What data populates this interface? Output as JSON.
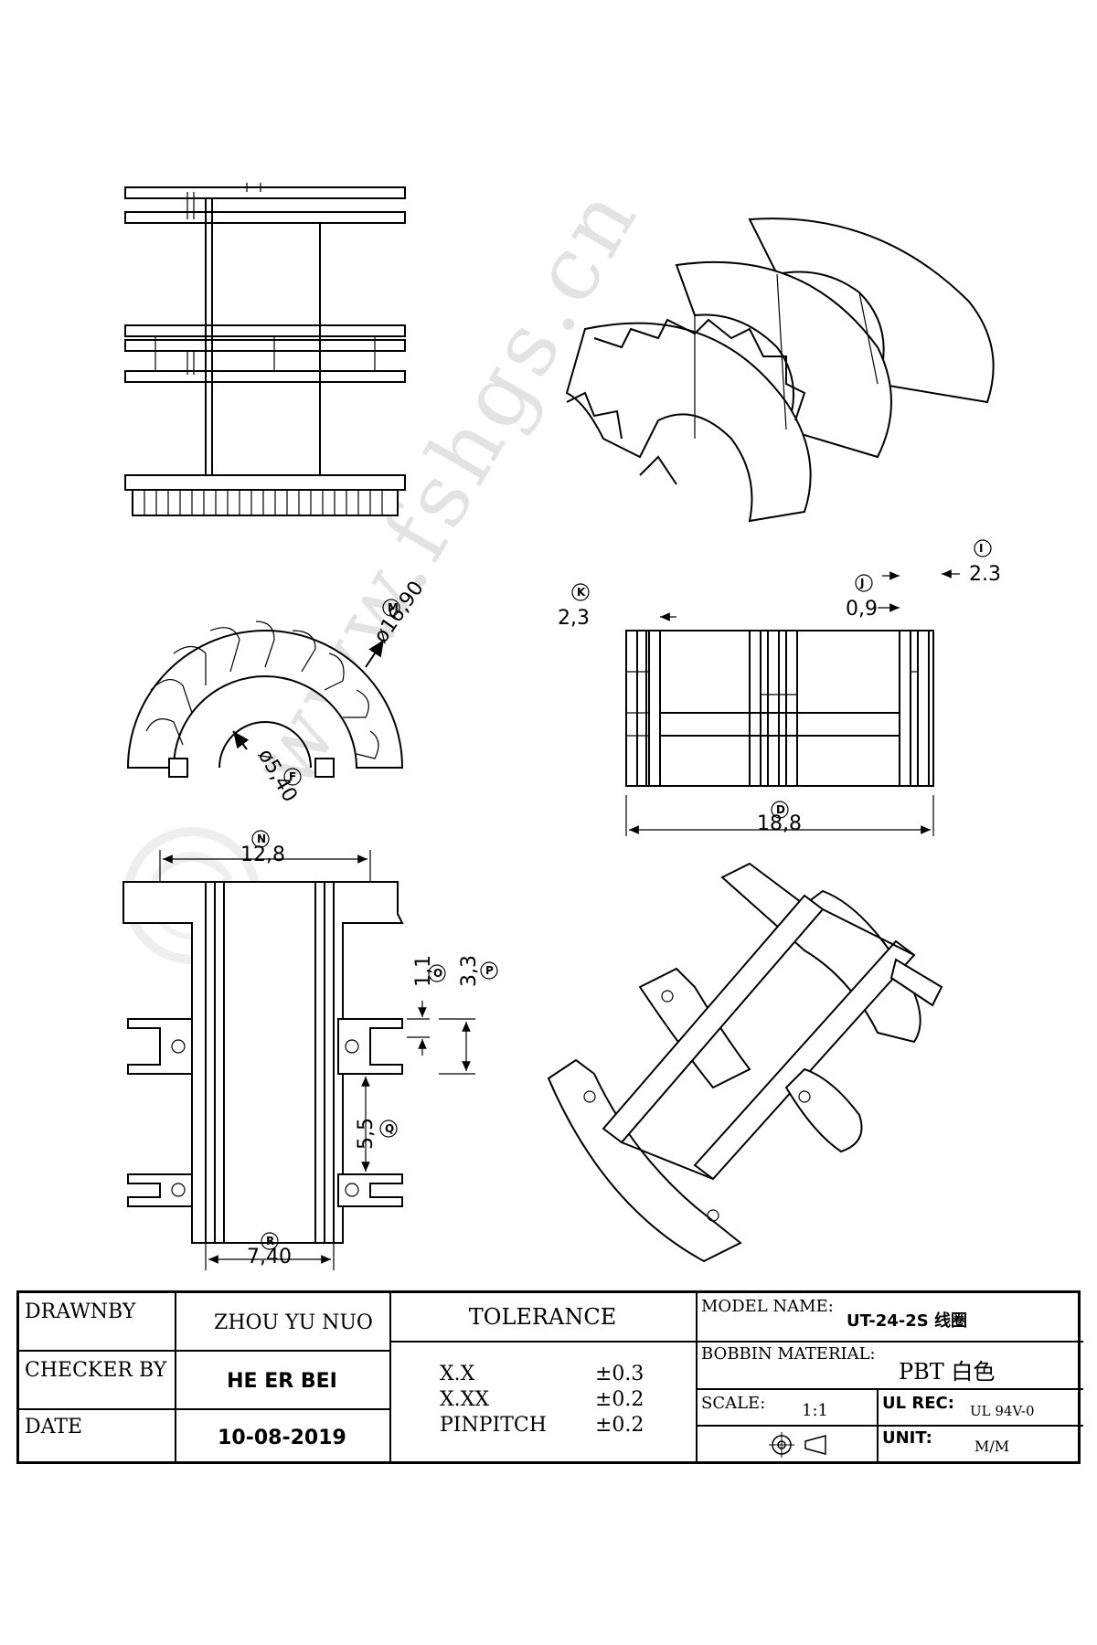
{
  "dimensions": {
    "m_label": "ø16,90",
    "f_label": "ø5,40",
    "k_label": "2,3",
    "j_label": "0,9",
    "i_label": "2.3",
    "d_label": "18,8",
    "n_label": "12,8",
    "o_label": "1,1",
    "p_label": "3,3",
    "q_label": "5,5",
    "r_label": "7,40"
  },
  "bubbles": {
    "m": "M",
    "f": "F",
    "k": "K",
    "j": "J",
    "i": "I",
    "d": "D",
    "n": "N",
    "o": "O",
    "p": "P",
    "q": "Q",
    "r": "R"
  },
  "watermark": "www.fshgs.cn",
  "title_block": {
    "drawnby_label": "DRAWNBY",
    "drawnby_value": "ZHOU YU NUO",
    "checker_label": "CHECKER BY",
    "checker_value": "HE ER BEI",
    "date_label": "DATE",
    "date_value": "10-08-2019",
    "tolerance_label": "TOLERANCE",
    "tol_rows": [
      {
        "name": "X.X",
        "value": "±0.3"
      },
      {
        "name": "X.XX",
        "value": "±0.2"
      },
      {
        "name": "PINPITCH",
        "value": "±0.2"
      }
    ],
    "model_name_label": "MODEL NAME:",
    "model_name_value": "UT-24-2S 线圈",
    "bobbin_material_label": "BOBBIN MATERIAL:",
    "bobbin_material_value": "PBT 白色",
    "scale_label": "SCALE:",
    "scale_value": "1:1",
    "ul_rec_label": "UL REC:",
    "ul_rec_value": "UL 94V-0",
    "unit_label": "UNIT:",
    "unit_value": "M/M"
  }
}
